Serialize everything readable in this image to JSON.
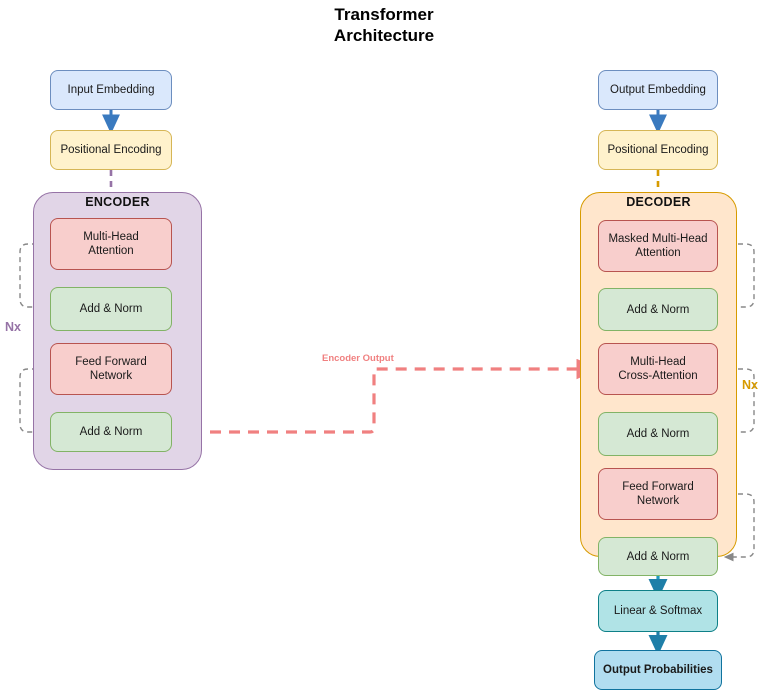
{
  "title": {
    "line1": "Transformer",
    "line2": "Architecture"
  },
  "colors": {
    "blue_fill": "#dae8fc",
    "blue_stroke": "#6c8ebf",
    "yellow_fill": "#fff2cc",
    "yellow_stroke": "#d6b656",
    "red_fill": "#f8cecc",
    "red_stroke": "#b85450",
    "green_fill": "#d5e8d4",
    "green_stroke": "#82b366",
    "purple_fill": "#e1d5e7",
    "purple_stroke": "#9673a6",
    "orange_fill": "#ffe6cc",
    "orange_stroke": "#d79b00",
    "teal_fill": "#b0e3e6",
    "teal_stroke": "#0e8088",
    "outprob_fill": "#b1ddf0",
    "outprob_stroke": "#10739e",
    "cross_arrow": "#f08080",
    "residual": "#888888"
  },
  "encoder_branch": {
    "input_embedding": "Input Embedding",
    "positional_encoding": "Positional Encoding",
    "group_label": "ENCODER",
    "repeat_label": "Nx",
    "layers": [
      "Multi-Head\nAttention",
      "Add & Norm",
      "Feed Forward\nNetwork",
      "Add & Norm"
    ],
    "layer_lines": [
      [
        "Multi-Head",
        "Attention"
      ],
      [
        "Add & Norm"
      ],
      [
        "Feed Forward",
        "Network"
      ],
      [
        "Add & Norm"
      ]
    ]
  },
  "decoder_branch": {
    "output_embedding": "Output Embedding",
    "positional_encoding": "Positional Encoding",
    "group_label": "DECODER",
    "repeat_label": "Nx",
    "layer_lines": [
      [
        "Masked Multi-Head",
        "Attention"
      ],
      [
        "Add & Norm"
      ],
      [
        "Multi-Head",
        "Cross-Attention"
      ],
      [
        "Add & Norm"
      ],
      [
        "Feed Forward",
        "Network"
      ],
      [
        "Add & Norm"
      ]
    ],
    "linear_softmax": "Linear & Softmax",
    "output_probabilities": "Output Probabilities"
  },
  "connections": {
    "encoder_output_label": "Encoder Output"
  },
  "chart_data": {
    "type": "diagram",
    "title": "Transformer Architecture",
    "nodes": [
      {
        "id": "input_embedding",
        "label": "Input Embedding",
        "color": "blue",
        "column": "encoder"
      },
      {
        "id": "enc_pos_enc",
        "label": "Positional Encoding",
        "color": "yellow",
        "column": "encoder"
      },
      {
        "id": "enc_mha",
        "label": "Multi-Head Attention",
        "color": "red",
        "column": "encoder"
      },
      {
        "id": "enc_addnorm_1",
        "label": "Add & Norm",
        "color": "green",
        "column": "encoder"
      },
      {
        "id": "enc_ffn",
        "label": "Feed Forward Network",
        "color": "red",
        "column": "encoder"
      },
      {
        "id": "enc_addnorm_2",
        "label": "Add & Norm",
        "color": "green",
        "column": "encoder"
      },
      {
        "id": "output_embedding",
        "label": "Output Embedding",
        "color": "blue",
        "column": "decoder"
      },
      {
        "id": "dec_pos_enc",
        "label": "Positional Encoding",
        "color": "yellow",
        "column": "decoder"
      },
      {
        "id": "dec_masked_mha",
        "label": "Masked Multi-Head Attention",
        "color": "red",
        "column": "decoder"
      },
      {
        "id": "dec_addnorm_1",
        "label": "Add & Norm",
        "color": "green",
        "column": "decoder"
      },
      {
        "id": "dec_cross_attn",
        "label": "Multi-Head Cross-Attention",
        "color": "red",
        "column": "decoder"
      },
      {
        "id": "dec_addnorm_2",
        "label": "Add & Norm",
        "color": "green",
        "column": "decoder"
      },
      {
        "id": "dec_ffn",
        "label": "Feed Forward Network",
        "color": "red",
        "column": "decoder"
      },
      {
        "id": "dec_addnorm_3",
        "label": "Add & Norm",
        "color": "green",
        "column": "decoder"
      },
      {
        "id": "linear_softmax",
        "label": "Linear & Softmax",
        "color": "teal",
        "column": "decoder"
      },
      {
        "id": "output_probabilities",
        "label": "Output Probabilities",
        "color": "blue",
        "column": "decoder"
      }
    ],
    "groups": [
      {
        "id": "encoder",
        "label": "ENCODER",
        "repeat": "Nx",
        "color": "purple"
      },
      {
        "id": "decoder",
        "label": "DECODER",
        "repeat": "Nx",
        "color": "orange"
      }
    ],
    "edges": [
      {
        "from": "input_embedding",
        "to": "enc_pos_enc",
        "style": "solid"
      },
      {
        "from": "enc_pos_enc",
        "to": "enc_mha",
        "style": "dashed"
      },
      {
        "from": "enc_mha",
        "to": "enc_addnorm_1",
        "style": "solid"
      },
      {
        "from": "enc_addnorm_1",
        "to": "enc_ffn",
        "style": "solid"
      },
      {
        "from": "enc_ffn",
        "to": "enc_addnorm_2",
        "style": "solid"
      },
      {
        "from": "enc_mha",
        "to": "enc_addnorm_1",
        "style": "residual"
      },
      {
        "from": "enc_ffn",
        "to": "enc_addnorm_2",
        "style": "residual"
      },
      {
        "from": "enc_addnorm_2",
        "to": "dec_cross_attn",
        "style": "dashed",
        "label": "Encoder Output"
      },
      {
        "from": "output_embedding",
        "to": "dec_pos_enc",
        "style": "solid"
      },
      {
        "from": "dec_pos_enc",
        "to": "dec_masked_mha",
        "style": "dashed"
      },
      {
        "from": "dec_masked_mha",
        "to": "dec_addnorm_1",
        "style": "solid"
      },
      {
        "from": "dec_addnorm_1",
        "to": "dec_cross_attn",
        "style": "solid"
      },
      {
        "from": "dec_cross_attn",
        "to": "dec_addnorm_2",
        "style": "solid"
      },
      {
        "from": "dec_addnorm_2",
        "to": "dec_ffn",
        "style": "solid"
      },
      {
        "from": "dec_ffn",
        "to": "dec_addnorm_3",
        "style": "solid"
      },
      {
        "from": "dec_addnorm_3",
        "to": "linear_softmax",
        "style": "solid"
      },
      {
        "from": "linear_softmax",
        "to": "output_probabilities",
        "style": "solid"
      }
    ]
  }
}
